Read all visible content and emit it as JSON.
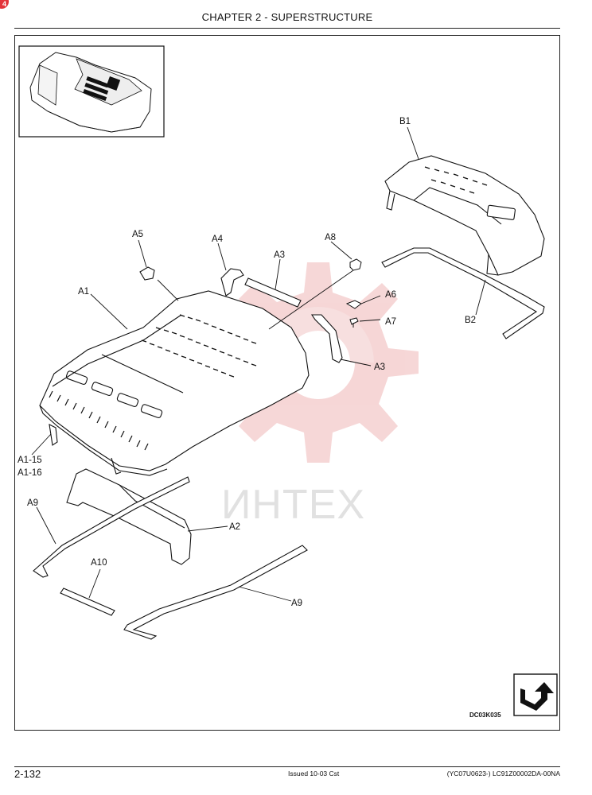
{
  "header": {
    "title": "CHAPTER 2 - SUPERSTRUCTURE"
  },
  "badge": {
    "text": "4"
  },
  "figure": {
    "id": "DC03K035",
    "callouts": {
      "b1": "B1",
      "b2": "B2",
      "a1": "A1",
      "a2": "A2",
      "a3_top": "A3",
      "a3_right": "A3",
      "a4": "A4",
      "a5": "A5",
      "a6": "A6",
      "a7": "A7",
      "a8": "A8",
      "a9_left": "A9",
      "a9_bottom": "A9",
      "a10": "A10",
      "a1_15": "A1-15",
      "a1_16": "A1-16"
    },
    "watermark": "ИНТЕХ"
  },
  "footer": {
    "page": "2-132",
    "issued": "Issued 10-03   Cst",
    "code": "(YC07U0623-)   LC91Z00002DA-00NA"
  },
  "colors": {
    "watermark": "#f2c4c4",
    "ink": "#111111"
  }
}
